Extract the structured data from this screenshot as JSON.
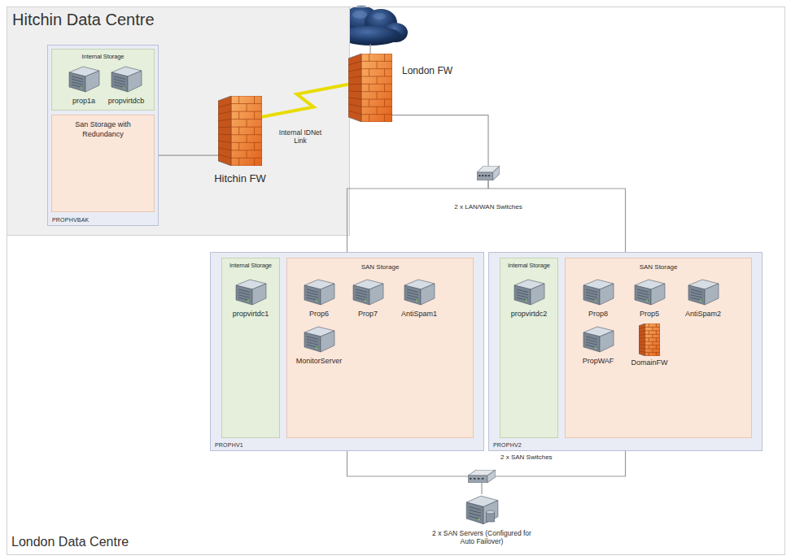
{
  "diagram": {
    "nodes": [
      {
        "text": [
          "Hitchin Data Centre"
        ]
      },
      {
        "text": [
          "PROPHVBAK"
        ],
        "in": 0
      },
      {
        "text": [
          "Internal Storage"
        ],
        "in": 1
      },
      {
        "text": [
          "prop1a"
        ],
        "in": 2
      },
      {
        "text": [
          "propvirtdcb"
        ],
        "in": 2
      },
      {
        "text": [
          "San Storage with Redundancy"
        ],
        "in": 1
      },
      {
        "text": [
          "Hitchin FW"
        ],
        "in": 0
      },
      {
        "text": [
          "London Data Centre"
        ]
      },
      {
        "text": [
          "London FW"
        ],
        "in": 7
      },
      {
        "text": [
          "2 x LAN/WAN Switches"
        ],
        "in": 7
      },
      {
        "text": [
          "PROPHV1"
        ],
        "in": 7
      },
      {
        "text": [
          "Internal Storage"
        ],
        "in": 10
      },
      {
        "text": [
          "propvirtdc1"
        ],
        "in": 11
      },
      {
        "text": [
          "SAN Storage"
        ],
        "in": 10
      },
      {
        "text": [
          "Prop6"
        ],
        "in": 13
      },
      {
        "text": [
          "Prop7"
        ],
        "in": 13
      },
      {
        "text": [
          "AntiSpam1"
        ],
        "in": 13
      },
      {
        "text": [
          "MonitorServer"
        ],
        "in": 13
      },
      {
        "text": [
          "PROPHV2"
        ],
        "in": 7
      },
      {
        "text": [
          "Internal Storage"
        ],
        "in": 18
      },
      {
        "text": [
          "propvirtdc2"
        ],
        "in": 19
      },
      {
        "text": [
          "SAN Storage"
        ],
        "in": 18
      },
      {
        "text": [
          "Prop8"
        ],
        "in": 21
      },
      {
        "text": [
          "Prop5"
        ],
        "in": 21
      },
      {
        "text": [
          "AntiSpam2"
        ],
        "in": 21
      },
      {
        "text": [
          "PropWAF"
        ],
        "in": 21
      },
      {
        "text": [
          "DomainFW"
        ],
        "in": 21
      },
      {
        "text": [
          "2 x SAN Switches"
        ],
        "in": 7
      },
      {
        "text": [
          "2 x SAN Servers (Configured for Auto Failover)"
        ],
        "in": 7
      }
    ],
    "edges": [
      {
        "from": 1,
        "to": 6,
        "arrow": "none"
      },
      {
        "from": 6,
        "to": 8,
        "label": "Internal IDNet Link",
        "arrow": "none"
      },
      {
        "from": 8,
        "to": 9,
        "arrow": "none"
      },
      {
        "from": 9,
        "to": 10,
        "arrow": "none"
      },
      {
        "from": 9,
        "to": 18,
        "arrow": "none"
      },
      {
        "from": 10,
        "to": 27,
        "arrow": "none"
      },
      {
        "from": 18,
        "to": 27,
        "arrow": "none"
      },
      {
        "from": 27,
        "to": 28,
        "arrow": "none"
      }
    ]
  }
}
